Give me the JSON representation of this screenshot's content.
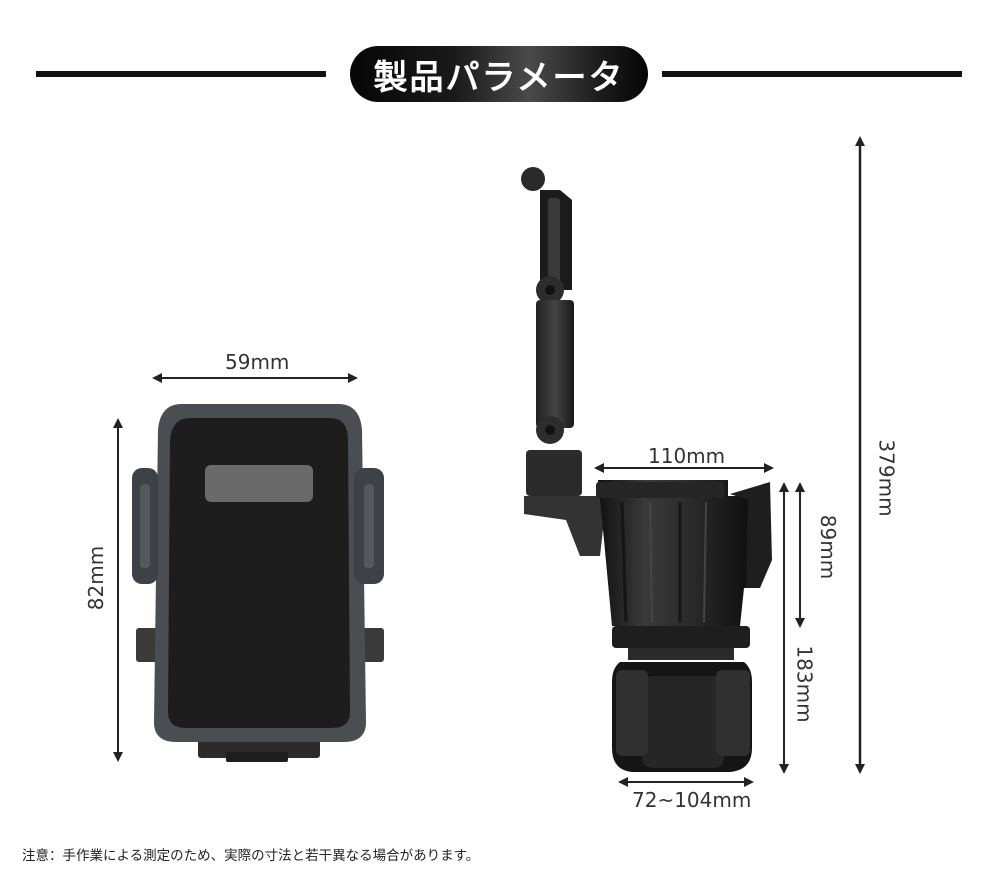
{
  "header": {
    "title": "製品パラメータ"
  },
  "dimensions": {
    "holder_width": "59mm",
    "holder_height": "82mm",
    "cup_width": "110mm",
    "cup_upper_height": "89mm",
    "cup_total_height": "183mm",
    "overall_height": "379mm",
    "base_diameter": "72~104mm"
  },
  "footer": {
    "note": "注意：手作業による測定のため、実際の寸法と若干異なる場合があります。"
  }
}
